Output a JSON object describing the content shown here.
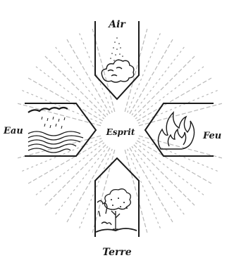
{
  "diagram": {
    "center_label": "Esprit",
    "elements": [
      {
        "key": "top",
        "label": "Air",
        "icon": "cloud-icon"
      },
      {
        "key": "left",
        "label": "Eau",
        "icon": "rain-waves-icon"
      },
      {
        "key": "right",
        "label": "Feu",
        "icon": "flame-icon"
      },
      {
        "key": "bottom",
        "label": "Terre",
        "icon": "tree-landscape-icon"
      }
    ],
    "colors": {
      "ink": "#1a1a1a",
      "paper": "#ffffff",
      "ray": "#b8b8b8"
    }
  }
}
